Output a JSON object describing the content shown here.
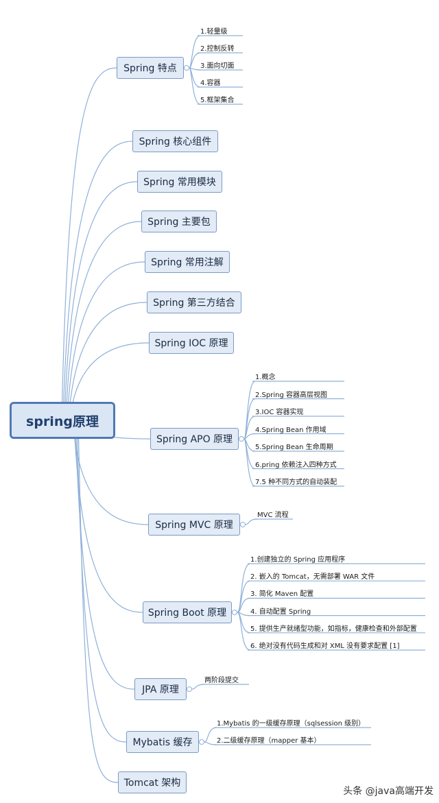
{
  "root": "spring原理",
  "branches": [
    {
      "label": "Spring 特点",
      "children": [
        "1.轻量级",
        "2.控制反转",
        "3.面向切面",
        "4.容器",
        "5.框架集合"
      ]
    },
    {
      "label": "Spring 核心组件",
      "children": []
    },
    {
      "label": "Spring 常用模块",
      "children": []
    },
    {
      "label": "Spring 主要包",
      "children": []
    },
    {
      "label": "Spring 常用注解",
      "children": []
    },
    {
      "label": "Spring 第三方结合",
      "children": []
    },
    {
      "label": "Spring IOC 原理",
      "children": []
    },
    {
      "label": "Spring APO 原理",
      "children": [
        "1.概念",
        "2.Spring 容器高层视图",
        "3.IOC 容器实现",
        "4.Spring Bean 作用域",
        "5.Spring Bean 生命周期",
        "6.pring 依赖注入四种方式",
        "7.5 种不同方式的自动装配"
      ]
    },
    {
      "label": "Spring MVC 原理",
      "children": [
        "MVC 流程"
      ]
    },
    {
      "label": "Spring Boot 原理",
      "children": [
        "1.创建独立的 Spring 应用程序",
        "2. 嵌入的 Tomcat，无需部署 WAR 文件",
        "3. 简化 Maven 配置",
        "4. 自动配置 Spring",
        "5. 提供生产就绪型功能，如指标，健康检查和外部配置",
        "6. 绝对没有代码生成和对 XML 没有要求配置 [1]"
      ]
    },
    {
      "label": "JPA 原理",
      "children": [
        "两阶段提交"
      ]
    },
    {
      "label": "Mybatis 缓存",
      "children": [
        "1.Mybatis 的一级缓存原理（sqlsession 级别）",
        "2.二级缓存原理（mapper 基本）"
      ]
    },
    {
      "label": "Tomcat 架构",
      "children": []
    }
  ],
  "watermark": "头条 @java高端开发",
  "colors": {
    "line": "#8fb0d8",
    "node_fill": "#e2ebf6",
    "node_border": "#7a9ac5",
    "root_border": "#4f7ab3"
  }
}
